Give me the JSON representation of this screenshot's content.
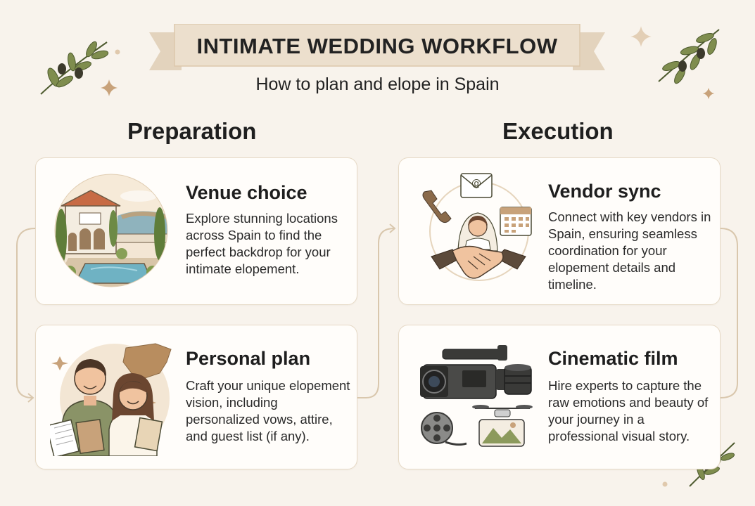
{
  "header": {
    "title": "INTIMATE WEDDING WORKFLOW",
    "subtitle": "How to plan and elope in Spain"
  },
  "sections": {
    "preparation": "Preparation",
    "execution": "Execution"
  },
  "steps": [
    {
      "title": "Venue choice",
      "description": "Explore stunning locations across Spain to find the perfect backdrop for your intimate elopement.",
      "icon": "villa-pool-illustration"
    },
    {
      "title": "Personal plan",
      "description": "Craft your unique elopement vision, including personalized vows, attire, and guest list (if any).",
      "icon": "couple-map-illustration"
    },
    {
      "title": "Vendor sync",
      "description": "Connect with key vendors in Spain, ensuring seamless coordination for your elopement details and timeline.",
      "icon": "vendor-handshake-illustration"
    },
    {
      "title": "Cinematic film",
      "description": "Hire experts to capture the raw emotions and beauty of your journey in a professional visual story.",
      "icon": "film-camera-illustration"
    }
  ],
  "colors": {
    "background": "#f8f3ec",
    "banner": "#ecdfcd",
    "card_border": "#e6d9c6",
    "connector": "#d9c7ad",
    "olive": "#5f6b3a",
    "accent": "#c8a27a"
  }
}
